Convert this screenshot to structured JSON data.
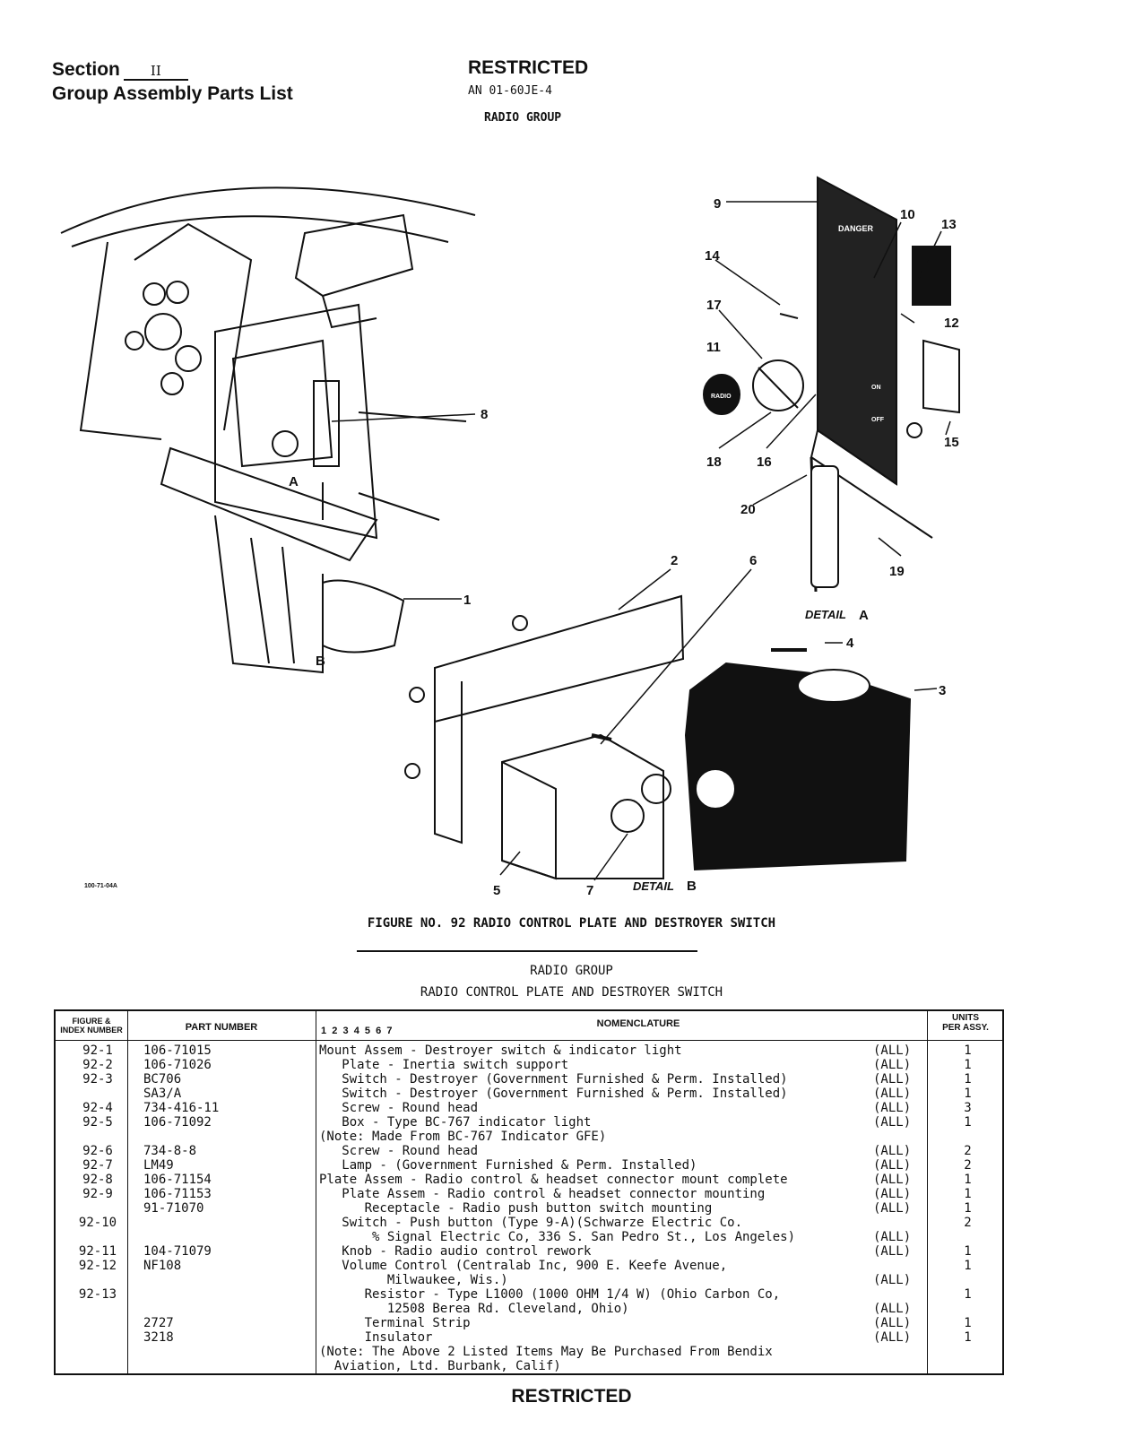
{
  "header": {
    "section_label": "Section",
    "section_number": "II",
    "group_title": "Group Assembly Parts List",
    "restricted": "RESTRICTED",
    "document_number": "AN 01-60JE-4",
    "group_name": "RADIO GROUP"
  },
  "figure": {
    "callouts": [
      "1",
      "2",
      "3",
      "4",
      "5",
      "6",
      "7",
      "8",
      "9",
      "10",
      "11",
      "12",
      "13",
      "14",
      "15",
      "16",
      "17",
      "18",
      "19",
      "20"
    ],
    "view_labels": {
      "a": "A",
      "b": "B"
    },
    "detail_a": "DETAIL",
    "detail_b": "DETAIL",
    "panel_text": {
      "danger": "DANGER",
      "radio": "RADIO",
      "on": "ON",
      "off": "OFF"
    },
    "code": "100-71-04A",
    "caption": "FIGURE NO. 92  RADIO CONTROL PLATE AND DESTROYER SWITCH"
  },
  "parts_list": {
    "group": "RADIO GROUP",
    "title": "RADIO CONTROL PLATE AND DESTROYER SWITCH",
    "columns": {
      "index_line1": "FIGURE &",
      "index_line2": "INDEX NUMBER",
      "part_number": "PART NUMBER",
      "indent_levels": "1  2  3  4  5  6  7",
      "nomenclature": "NOMENCLATURE",
      "units_line1": "UNITS",
      "units_line2": "PER ASSY."
    },
    "rows": [
      {
        "index": "92-1",
        "part": "106-71015",
        "nomenclature": "Mount Assem - Destroyer switch & indicator light",
        "effectivity": "(ALL)",
        "units": "1"
      },
      {
        "index": "92-2",
        "part": "106-71026",
        "nomenclature": "   Plate - Inertia switch support",
        "effectivity": "(ALL)",
        "units": "1"
      },
      {
        "index": "92-3",
        "part": "BC706",
        "nomenclature": "   Switch - Destroyer (Government Furnished & Perm. Installed)",
        "effectivity": "(ALL)",
        "units": "1"
      },
      {
        "index": "",
        "part": "SA3/A",
        "nomenclature": "   Switch - Destroyer (Government Furnished & Perm. Installed)",
        "effectivity": "(ALL)",
        "units": "1"
      },
      {
        "index": "92-4",
        "part": "734-416-11",
        "nomenclature": "   Screw - Round head",
        "effectivity": "(ALL)",
        "units": "3"
      },
      {
        "index": "92-5",
        "part": "106-71092",
        "nomenclature": "   Box - Type BC-767 indicator light",
        "effectivity": "(ALL)",
        "units": "1"
      },
      {
        "index": "",
        "part": "",
        "nomenclature": "(Note: Made From BC-767 Indicator GFE)",
        "effectivity": "",
        "units": ""
      },
      {
        "index": "92-6",
        "part": "734-8-8",
        "nomenclature": "   Screw - Round head",
        "effectivity": "(ALL)",
        "units": "2"
      },
      {
        "index": "92-7",
        "part": "LM49",
        "nomenclature": "   Lamp - (Government Furnished & Perm. Installed)",
        "effectivity": "(ALL)",
        "units": "2"
      },
      {
        "index": "92-8",
        "part": "106-71154",
        "nomenclature": "Plate Assem - Radio control & headset connector mount complete",
        "effectivity": "(ALL)",
        "units": "1"
      },
      {
        "index": "92-9",
        "part": "106-71153",
        "nomenclature": "   Plate Assem - Radio control & headset connector mounting",
        "effectivity": "(ALL)",
        "units": "1"
      },
      {
        "index": "",
        "part": "91-71070",
        "nomenclature": "      Receptacle - Radio push button switch mounting",
        "effectivity": "(ALL)",
        "units": "1"
      },
      {
        "index": "92-10",
        "part": "",
        "nomenclature": "   Switch - Push button (Type 9-A)(Schwarze Electric Co.",
        "effectivity": "",
        "units": "2"
      },
      {
        "index": "",
        "part": "",
        "nomenclature": "       % Signal Electric Co, 336 S. San Pedro St., Los Angeles)",
        "effectivity": "(ALL)",
        "units": ""
      },
      {
        "index": "92-11",
        "part": "104-71079",
        "nomenclature": "   Knob - Radio audio control rework",
        "effectivity": "(ALL)",
        "units": "1"
      },
      {
        "index": "92-12",
        "part": "NF108",
        "nomenclature": "   Volume Control (Centralab Inc, 900 E. Keefe Avenue,",
        "effectivity": "",
        "units": "1"
      },
      {
        "index": "",
        "part": "",
        "nomenclature": "         Milwaukee, Wis.)",
        "effectivity": "(ALL)",
        "units": ""
      },
      {
        "index": "92-13",
        "part": "",
        "nomenclature": "      Resistor - Type L1000 (1000 OHM 1/4 W) (Ohio Carbon Co,",
        "effectivity": "",
        "units": "1"
      },
      {
        "index": "",
        "part": "",
        "nomenclature": "         12508 Berea Rd. Cleveland, Ohio)",
        "effectivity": "(ALL)",
        "units": ""
      },
      {
        "index": "",
        "part": "2727",
        "nomenclature": "      Terminal Strip",
        "effectivity": "(ALL)",
        "units": "1"
      },
      {
        "index": "",
        "part": "3218",
        "nomenclature": "      Insulator",
        "effectivity": "(ALL)",
        "units": "1"
      },
      {
        "index": "",
        "part": "",
        "nomenclature": "(Note: The Above 2 Listed Items May Be Purchased From Bendix",
        "effectivity": "",
        "units": ""
      },
      {
        "index": "",
        "part": "",
        "nomenclature": "  Aviation, Ltd. Burbank, Calif)",
        "effectivity": "",
        "units": ""
      }
    ]
  },
  "footer": {
    "restricted": "RESTRICTED"
  }
}
